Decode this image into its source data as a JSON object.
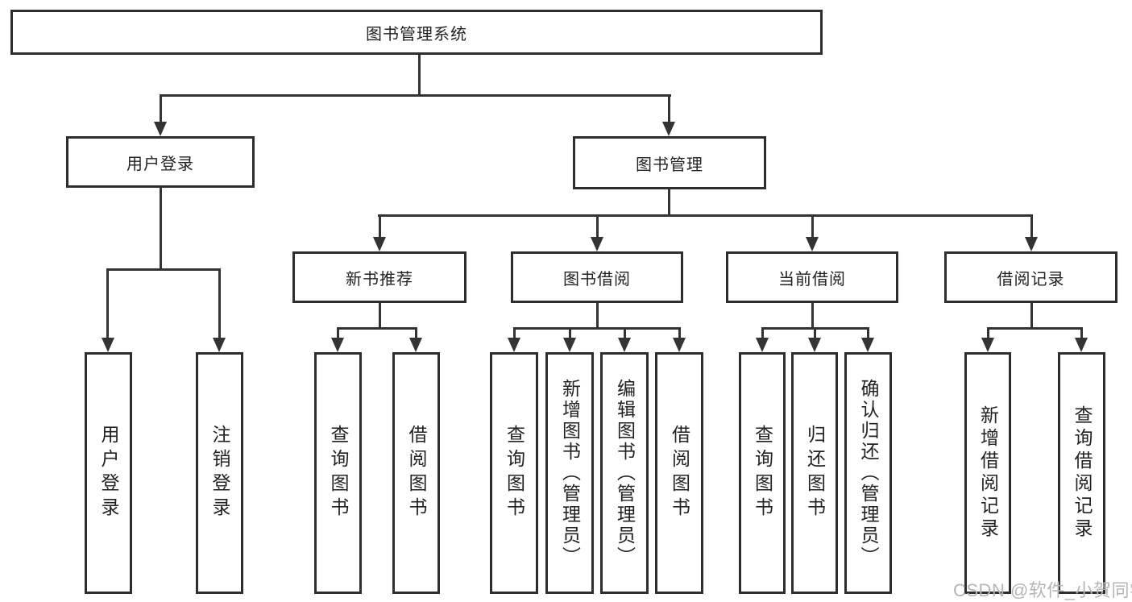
{
  "diagram": {
    "root": {
      "label": "图书管理系统"
    },
    "level2": [
      {
        "label": "用户登录"
      },
      {
        "label": "图书管理"
      }
    ],
    "level3": [
      {
        "label": "新书推荐"
      },
      {
        "label": "图书借阅"
      },
      {
        "label": "当前借阅"
      },
      {
        "label": "借阅记录"
      }
    ],
    "leaves": {
      "login": [
        "用户登录",
        "注销登录"
      ],
      "newbook": [
        "查询图书",
        "借阅图书"
      ],
      "borrow": [
        "查询图书",
        "新增图书（管理员）",
        "编辑图书（管理员）",
        "借阅图书"
      ],
      "current": [
        "查询图书",
        "归还图书",
        "确认归还（管理员）"
      ],
      "records": [
        "新增借阅记录",
        "查询借阅记录"
      ]
    },
    "colors": {
      "line": "#333333",
      "box_border": "#2e2e2e",
      "box_fill": "#ffffff",
      "text": "#222222",
      "watermark": "#b5b5b5"
    }
  },
  "watermark": {
    "text": "CSDN @软件_小贺同学"
  }
}
